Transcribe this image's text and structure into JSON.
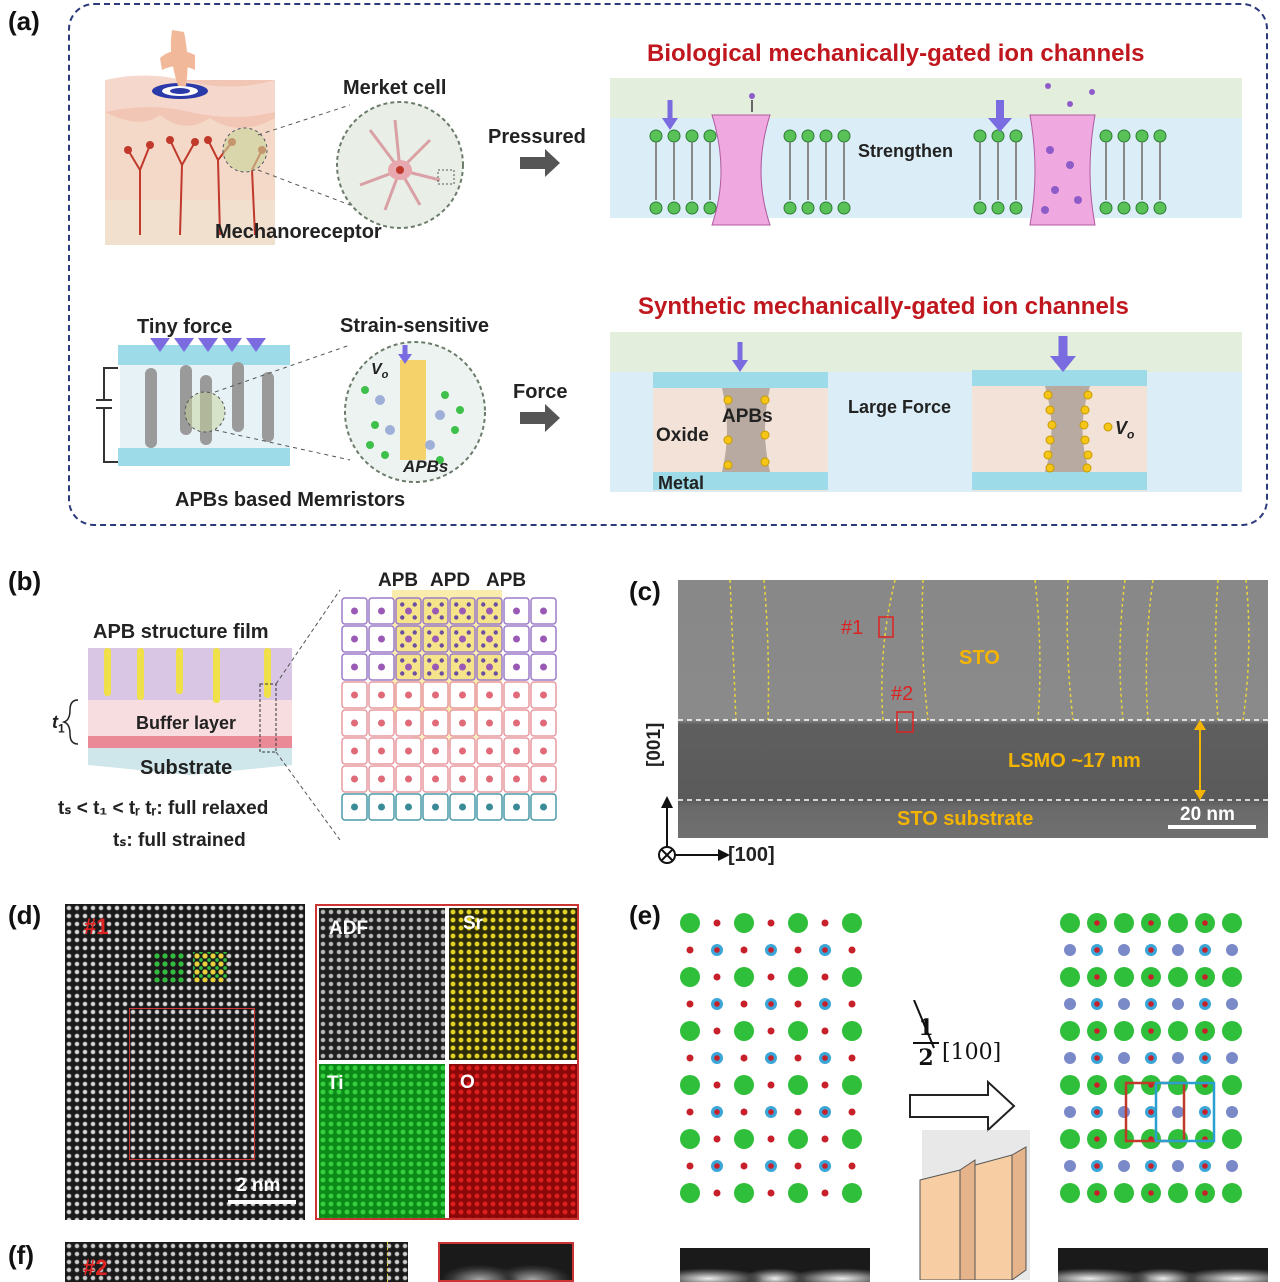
{
  "panels": {
    "a": "(a)",
    "b": "(b)",
    "c": "(c)",
    "d": "(d)",
    "e": "(e)",
    "f": "(f)"
  },
  "a": {
    "merket_cell": "Merket cell",
    "mechanoreceptor": "Mechanoreceptor",
    "pressured": "Pressured",
    "bio_title": "Biological mechanically-gated ion channels",
    "strengthen": "Strengthen",
    "tiny_force": "Tiny force",
    "strain_sensitive": "Strain-sensitive",
    "vo_left": "V",
    "vo_sub": "o",
    "apbs_left": "APBs",
    "memristors": "APBs based Memristors",
    "force": "Force",
    "syn_title": "Synthetic mechanically-gated ion channels",
    "apbs": "APBs",
    "oxide": "Oxide",
    "metal": "Metal",
    "large_force": "Large Force",
    "vo_right": "V",
    "vo_right_sub": "o"
  },
  "b": {
    "film": "APB structure film",
    "buffer": "Buffer layer",
    "substrate": "Substrate",
    "t1": "t",
    "t1_sub": "1",
    "cond1": "tₛ < t₁ < tᵣ  tᵣ: full relaxed",
    "cond2": "tₛ: full strained",
    "apb1": "APB",
    "apd": "APD",
    "apb2": "APB"
  },
  "c": {
    "m1": "#1",
    "m2": "#2",
    "sto": "STO",
    "lsmo": "LSMO ~17 nm",
    "sto_sub": "STO substrate",
    "scale": "20 nm",
    "axis_y": "[001]",
    "axis_x": "[100]"
  },
  "d": {
    "m1": "#1",
    "scale": "2 nm",
    "adf": "ADF",
    "sr": "Sr",
    "ti": "Ti",
    "o": "O"
  },
  "e": {
    "frac_num": "1",
    "frac_den": "2",
    "dir": "[100]"
  },
  "f": {
    "m2": "#2"
  },
  "colors": {
    "title_red": "#c0171f",
    "sr_green": "#2fbf3a",
    "ti_blue": "#3aa6d8",
    "o_red": "#c8202a",
    "vo_yellow": "#f5c518",
    "frame": "#2b3a7a"
  }
}
